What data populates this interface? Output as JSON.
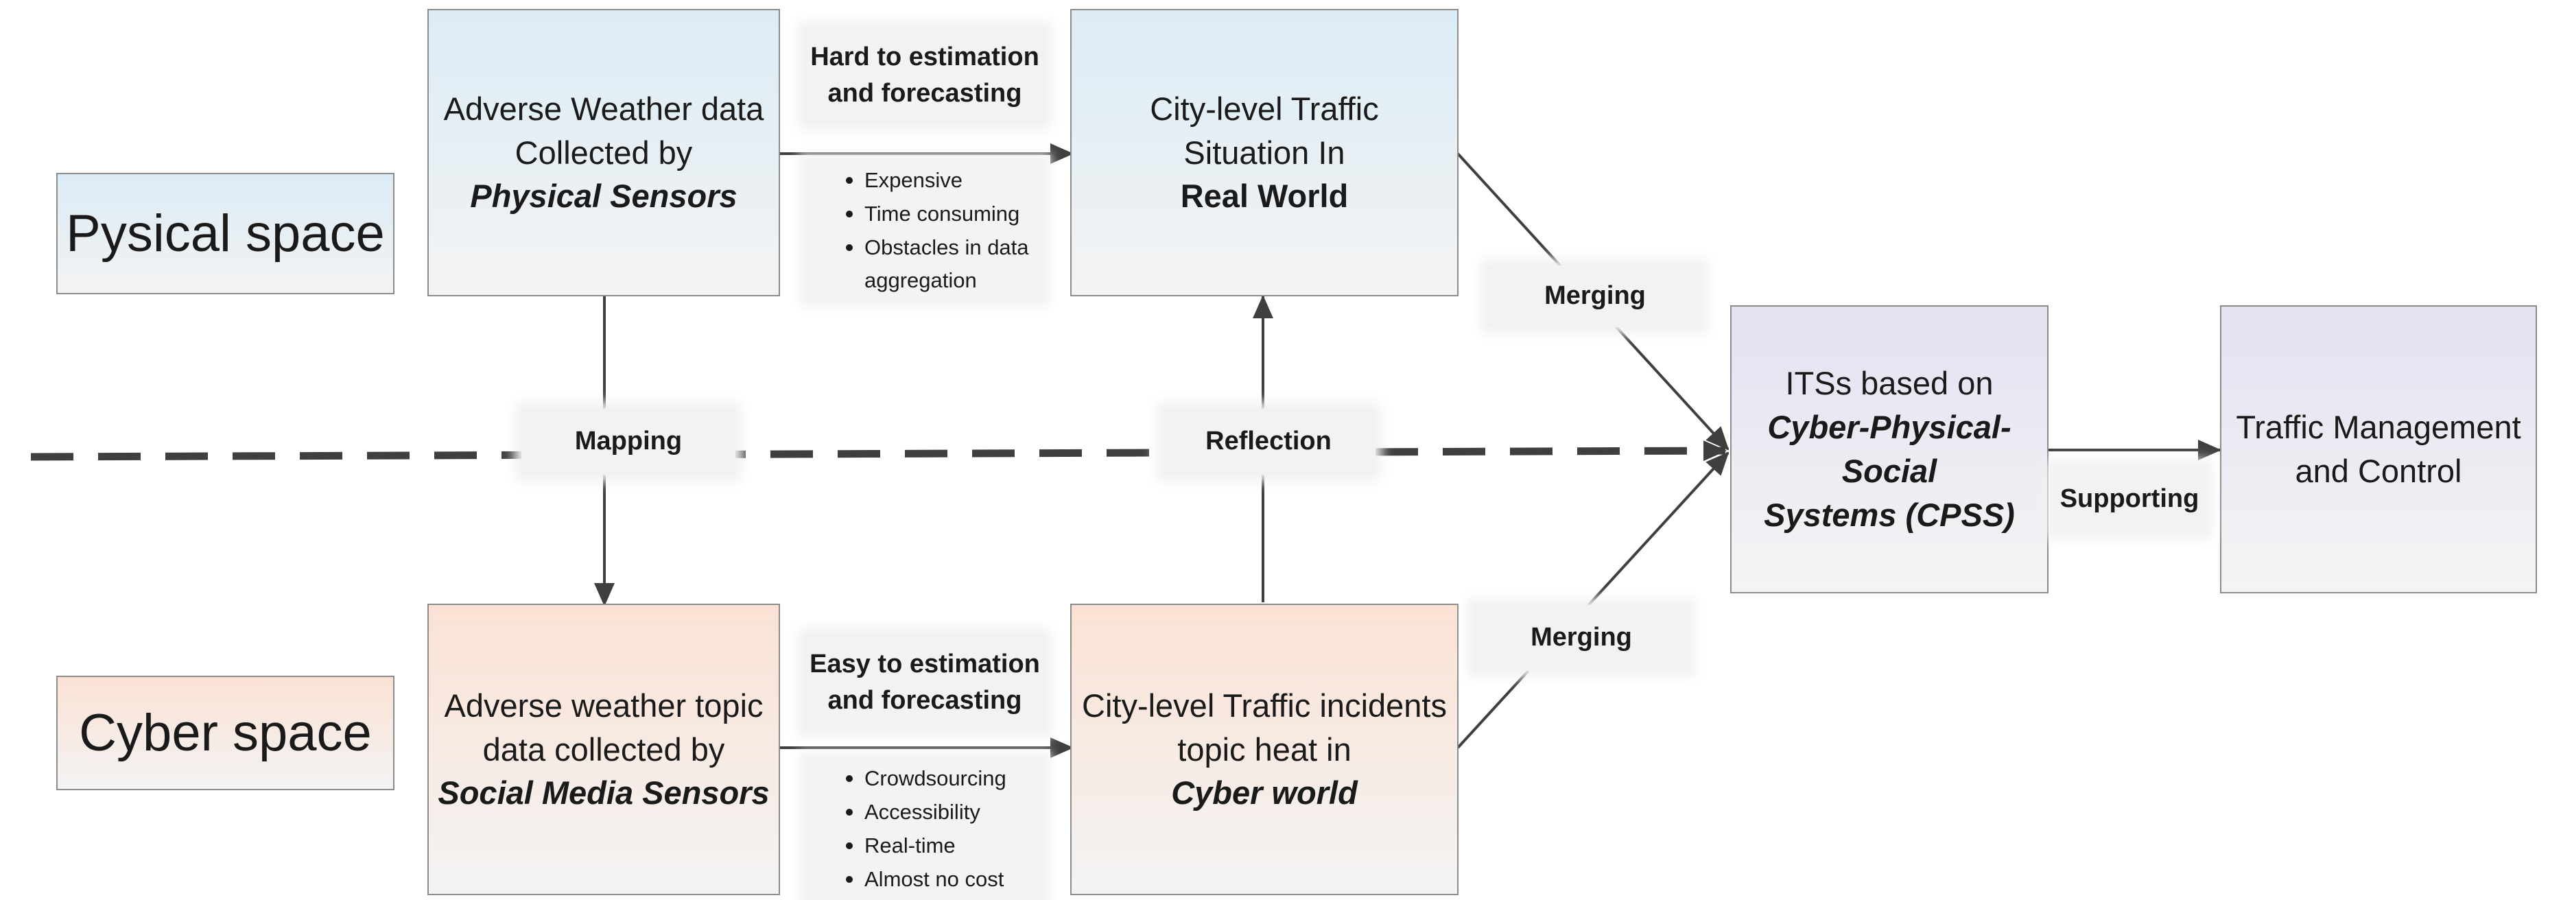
{
  "spaces": {
    "physical": "Pysical space",
    "cyber": "Cyber space"
  },
  "boxes": {
    "weather_sensors": {
      "line1": "Adverse Weather data",
      "line2": "Collected by",
      "line3": "Physical Sensors"
    },
    "real_world": {
      "line1": "City-level Traffic",
      "line2": "Situation In",
      "line3": "Real World"
    },
    "social_media": {
      "line1": "Adverse weather topic",
      "line2": "data collected by",
      "line3": "Social Media Sensors"
    },
    "cyber_world": {
      "line1": "City-level Traffic incidents",
      "line2": "topic heat in",
      "line3": "Cyber world"
    },
    "cpss": {
      "line1": "ITSs based on",
      "line2": "Cyber-Physical-Social",
      "line3": "Systems (CPSS)"
    },
    "management": {
      "line1": "Traffic Management",
      "line2": "and Control"
    }
  },
  "labels": {
    "hard": {
      "line1": "Hard to estimation",
      "line2": "and forecasting"
    },
    "easy": {
      "line1": "Easy to estimation",
      "line2": "and forecasting"
    },
    "mapping": "Mapping",
    "reflection": "Reflection",
    "merging_top": "Merging",
    "merging_bottom": "Merging",
    "supporting": "Supporting"
  },
  "bullets_hard": [
    "Expensive",
    "Time consuming",
    "Obstacles in data aggregation"
  ],
  "bullets_easy": [
    "Crowdsourcing",
    "Accessibility",
    "Real-time",
    "Almost no cost"
  ],
  "colors": {
    "physical_fill": "#dcebf6",
    "cyber_fill": "#fbe2d4",
    "cpss_fill": "#e4e1f1",
    "line": "#3f3f3f",
    "label_bg": "#f2f2f2"
  }
}
